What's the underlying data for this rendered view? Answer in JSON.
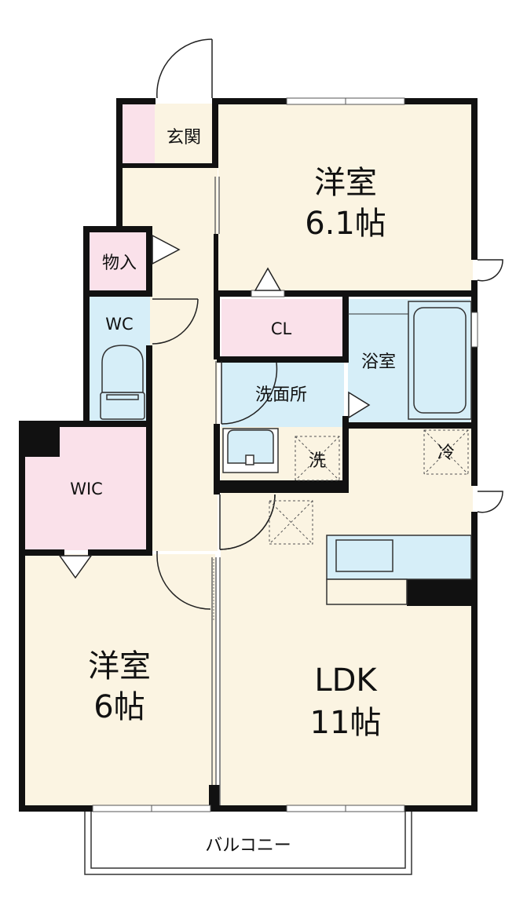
{
  "rooms": {
    "western1": {
      "name": "洋室",
      "size": "6.1帖"
    },
    "western2": {
      "name": "洋室",
      "size": "6帖"
    },
    "ldk": {
      "name": "LDK",
      "size": "11帖"
    },
    "entrance": "玄関",
    "storage": "物入",
    "wc": "WC",
    "closet": "CL",
    "bath": "浴室",
    "washroom": "洗面所",
    "wic": "WIC",
    "balcony": "バルコニー"
  },
  "appliances": {
    "washer": "洗",
    "fridge": "冷"
  },
  "colors": {
    "room": "#fbf4e2",
    "wet": "#d6eef8",
    "pink": "#fae1ea",
    "wall": "#111111"
  }
}
